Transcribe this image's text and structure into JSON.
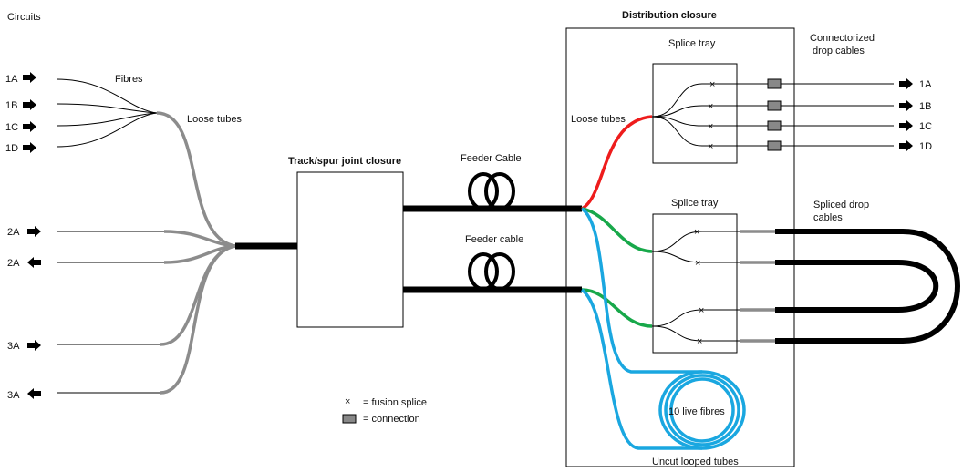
{
  "title_left": "Circuits",
  "labels": {
    "fibres": "Fibres",
    "loose_tubes_left": "Loose tubes",
    "track_spur_closure": "Track/spur joint closure",
    "feeder_cable_top": "Feeder  Cable",
    "feeder_cable_bottom": "Feeder cable",
    "distribution_closure": "Distribution  closure",
    "splice_tray_top": "Splice tray",
    "splice_tray_bottom": "Splice tray",
    "loose_tubes_right": "Loose tubes",
    "connectorized_line1": "Connectorized",
    "connectorized_line2": "drop cables",
    "spliced_line1": "Spliced drop",
    "spliced_line2": "cables",
    "live_fibres": "10 live fibres",
    "uncut_looped": "Uncut looped tubes"
  },
  "left_circuits": [
    {
      "label": "1A",
      "dir": "in"
    },
    {
      "label": "1B",
      "dir": "in"
    },
    {
      "label": "1C",
      "dir": "in"
    },
    {
      "label": "1D",
      "dir": "in"
    },
    {
      "label": "2A",
      "dir": "in"
    },
    {
      "label": "2A",
      "dir": "out"
    },
    {
      "label": "3A",
      "dir": "in"
    },
    {
      "label": "3A",
      "dir": "out"
    }
  ],
  "right_circuits": [
    "1A",
    "1B",
    "1C",
    "1D"
  ],
  "legend": {
    "splice_symbol": "×",
    "splice_text": "= fusion splice",
    "connection_text": "= connection"
  },
  "colors": {
    "loose_tube_grey": "#8c8c8c",
    "red_tube": "#ee1c1c",
    "green_tube": "#18a84a",
    "blue_tube": "#1aa7e0",
    "cable_black": "#000000"
  }
}
